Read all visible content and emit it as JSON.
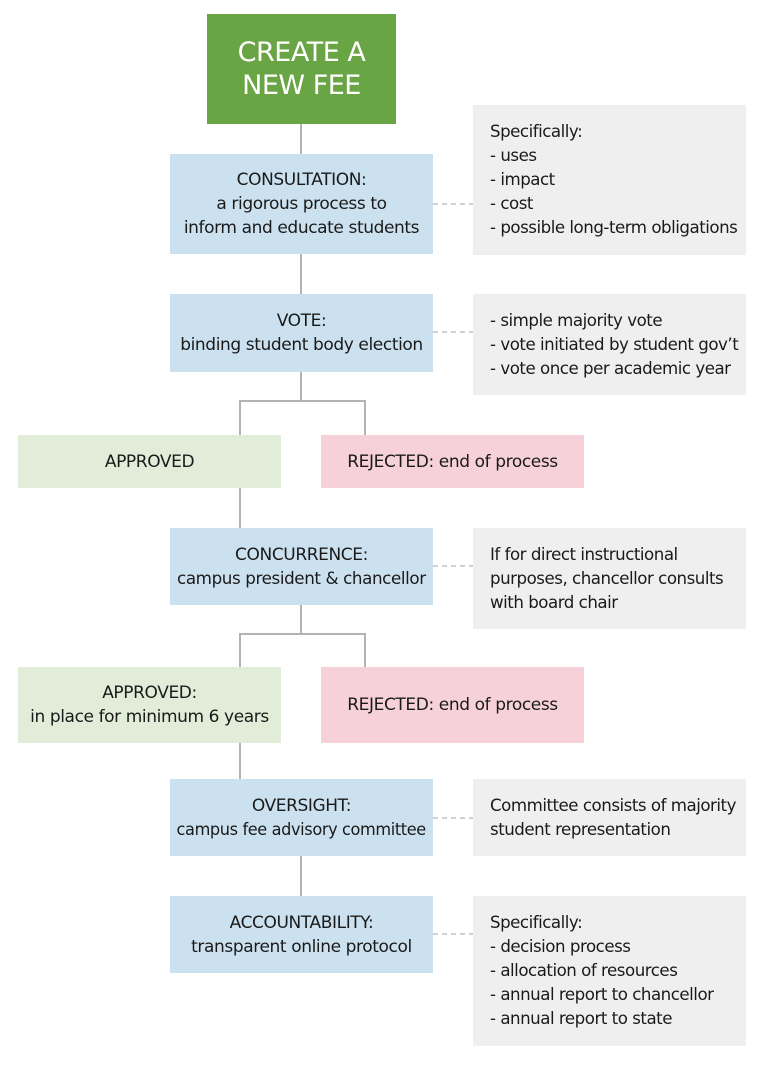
{
  "start": {
    "lines": [
      "CREATE A",
      "NEW FEE"
    ]
  },
  "consultation": {
    "title": "CONSULTATION:",
    "desc": [
      "a rigorous process to",
      "inform and educate students"
    ]
  },
  "consultation_note": [
    "Specifically:",
    "- uses",
    "- impact",
    "- cost",
    "- possible long-term obligations"
  ],
  "vote": {
    "title": "VOTE:",
    "desc": [
      "binding student body election"
    ]
  },
  "vote_note": [
    "- simple majority vote",
    "- vote initiated by student gov’t",
    "- vote once per academic year"
  ],
  "approved_1": {
    "title": "APPROVED"
  },
  "rejected_1": {
    "title": "REJECTED:",
    "desc": "end of process"
  },
  "concurrence": {
    "title": "CONCURRENCE:",
    "desc": [
      "campus president & chancellor"
    ]
  },
  "concurrence_note": [
    "If for direct instructional",
    "purposes, chancellor consults",
    "with board chair"
  ],
  "approved_2": {
    "title": "APPROVED:",
    "desc": [
      "in place for minimum 6 years"
    ]
  },
  "rejected_2": {
    "title": "REJECTED:",
    "desc": "end of process"
  },
  "oversight": {
    "title": "OVERSIGHT:",
    "desc": [
      "campus fee advisory committee"
    ]
  },
  "oversight_note": [
    "Committee consists of majority",
    "student representation"
  ],
  "accountability": {
    "title": "ACCOUNTABILITY:",
    "desc": [
      "transparent online protocol"
    ]
  },
  "accountability_note": [
    "Specifically:",
    "- decision process",
    "- allocation of resources",
    "- annual report to chancellor",
    "- annual report to state"
  ],
  "colors": {
    "start": "#6aa545",
    "step": "#cce1ef",
    "approved": "#e1edd8",
    "rejected": "#f6d1da",
    "note": "#efefef",
    "connector": "#b3b3b3"
  }
}
